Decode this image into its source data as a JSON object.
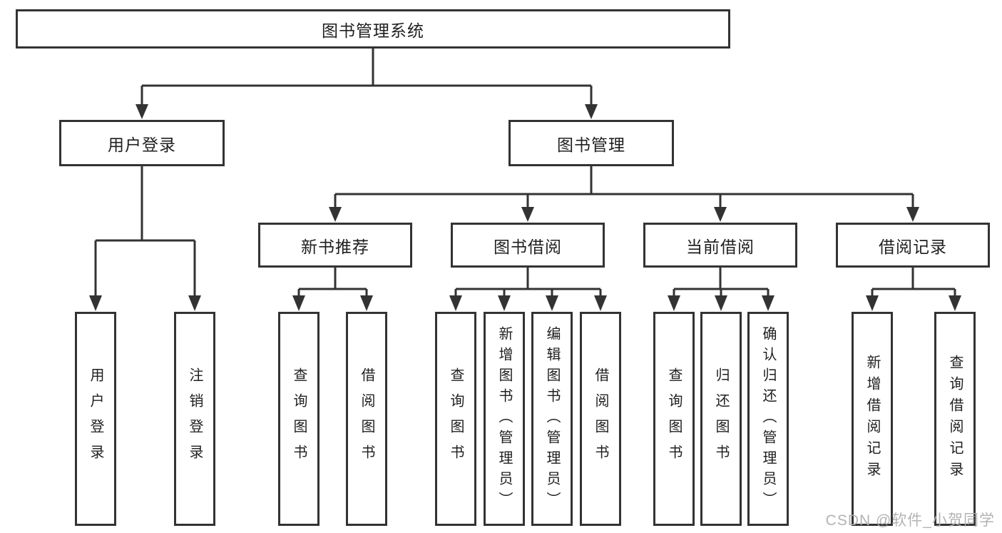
{
  "tree": {
    "label": "图书管理系统",
    "children": [
      {
        "label": "用户登录",
        "children": [
          {
            "label": "用户登录"
          },
          {
            "label": "注销登录"
          }
        ]
      },
      {
        "label": "图书管理",
        "children": [
          {
            "label": "新书推荐",
            "children": [
              {
                "label": "查询图书"
              },
              {
                "label": "借阅图书"
              }
            ]
          },
          {
            "label": "图书借阅",
            "children": [
              {
                "label": "查询图书"
              },
              {
                "label": "新增图书（管理员）"
              },
              {
                "label": "编辑图书（管理员）"
              },
              {
                "label": "借阅图书"
              }
            ]
          },
          {
            "label": "当前借阅",
            "children": [
              {
                "label": "查询图书"
              },
              {
                "label": "归还图书"
              },
              {
                "label": "确认归还（管理员）"
              }
            ]
          },
          {
            "label": "借阅记录",
            "children": [
              {
                "label": "新增借阅记录"
              },
              {
                "label": "查询借阅记录"
              }
            ]
          }
        ]
      }
    ]
  },
  "watermark": "CSDN @软件_小贺同学",
  "colors": {
    "line": "#333333",
    "box_border": "#333333",
    "text": "#1f1f1f",
    "background": "#ffffff",
    "watermark": "#acacac"
  }
}
